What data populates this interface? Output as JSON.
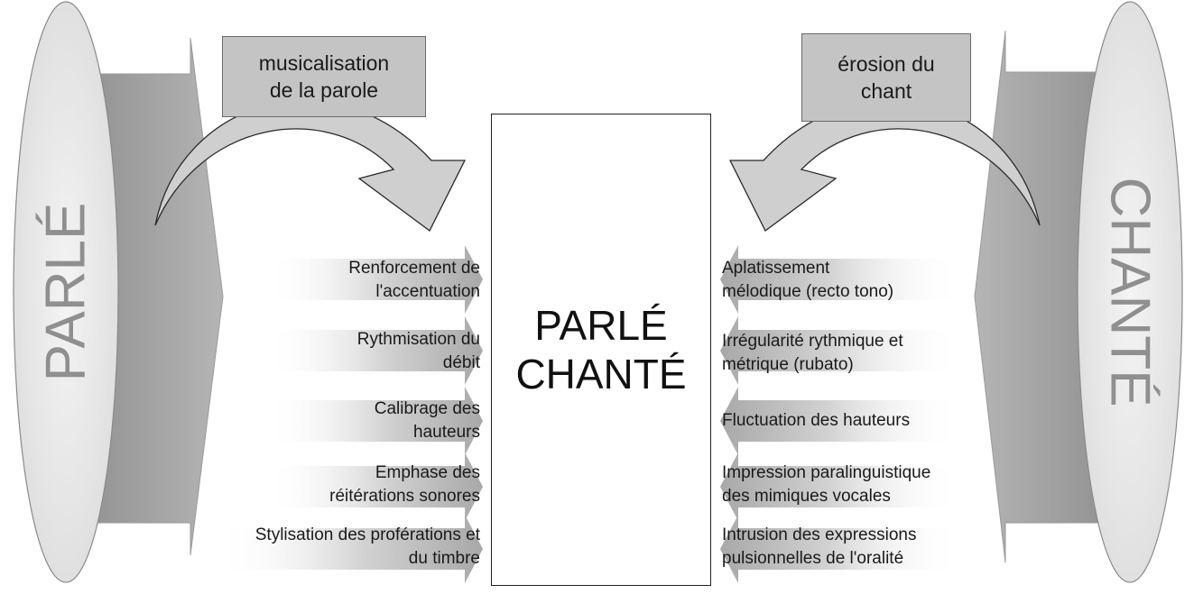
{
  "side_labels": {
    "left": "PARLÉ",
    "right": "CHANTÉ"
  },
  "center": {
    "line1": "PARLÉ",
    "line2": "CHANTÉ"
  },
  "boxes": {
    "left": {
      "line1": "musicalisation",
      "line2": "de la parole"
    },
    "right": {
      "line1": "érosion du",
      "line2": "chant"
    }
  },
  "left_items": [
    {
      "line1": "Renforcement de",
      "line2": "l'accentuation"
    },
    {
      "line1": "Rythmisation du",
      "line2": "débit"
    },
    {
      "line1": "Calibrage des",
      "line2": "hauteurs"
    },
    {
      "line1": "Emphase des",
      "line2": "réitérations sonores"
    },
    {
      "line1": "Stylisation des proférations et",
      "line2": "du timbre"
    }
  ],
  "right_items": [
    {
      "line1": "Aplatissement",
      "line2": "mélodique (recto tono)"
    },
    {
      "line1": "Irrégularité rythmique et",
      "line2": "métrique (rubato)"
    },
    {
      "line1": "Fluctuation des hauteurs",
      "line2": ""
    },
    {
      "line1": "Impression paralinguistique",
      "line2": "des mimiques vocales"
    },
    {
      "line1": "Intrusion des expressions",
      "line2": "pulsionnelles de l'oralité"
    }
  ]
}
